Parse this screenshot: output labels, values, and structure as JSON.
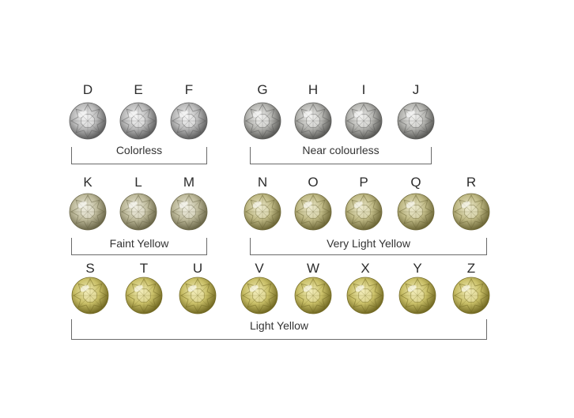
{
  "palette": {
    "colorless": {
      "light": "#f4f4f4",
      "mid": "#b9b9b9",
      "dark": "#5e5e5e"
    },
    "near_colourless": {
      "light": "#f2f2f0",
      "mid": "#b4b4b0",
      "dark": "#5a5a57"
    },
    "faint_yellow": {
      "light": "#efeee0",
      "mid": "#bdb99a",
      "dark": "#6b6749"
    },
    "very_light_yellow": {
      "light": "#eeebcf",
      "mid": "#bfb985",
      "dark": "#6e6838"
    },
    "light_yellow": {
      "light": "#f1ecb8",
      "mid": "#c9bf67",
      "dark": "#736a24"
    }
  },
  "rows": [
    {
      "groups": [
        {
          "label": "Colorless",
          "tone": "colorless",
          "grades": [
            "D",
            "E",
            "F"
          ]
        },
        {
          "label": "Near colourless",
          "tone": "near_colourless",
          "grades": [
            "G",
            "H",
            "I",
            "J"
          ]
        }
      ]
    },
    {
      "groups": [
        {
          "label": "Faint Yellow",
          "tone": "faint_yellow",
          "grades": [
            "K",
            "L",
            "M"
          ]
        },
        {
          "label": "Very Light Yellow",
          "tone": "very_light_yellow",
          "grades": [
            "N",
            "O",
            "P",
            "Q",
            "R"
          ]
        }
      ]
    },
    {
      "groups": [
        {
          "label": "Light Yellow",
          "tone": "light_yellow",
          "grades": [
            "S",
            "T",
            "U",
            "V",
            "W",
            "X",
            "Y",
            "Z"
          ]
        }
      ]
    }
  ]
}
